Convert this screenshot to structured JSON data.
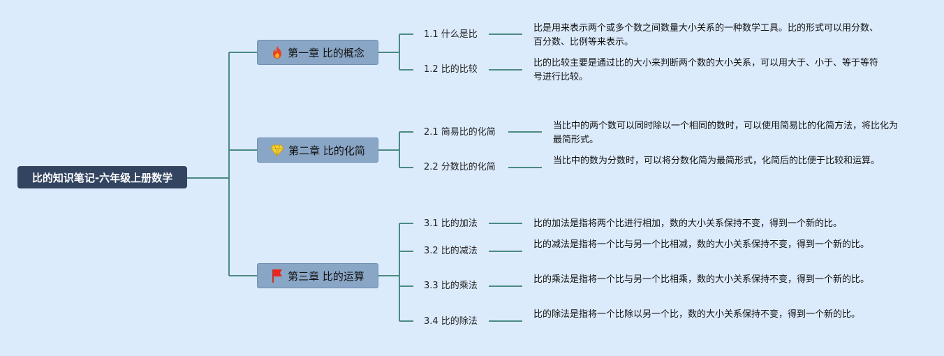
{
  "root": {
    "label": "比的知识笔记-六年级上册数学"
  },
  "chapters": [
    {
      "label": "第一章 比的概念",
      "icon": "fire-icon",
      "sections": [
        {
          "label": "1.1 什么是比",
          "desc": "比是用来表示两个或多个数之间数量大小关系的一种数学工具。比的形式可以用分数、百分数、比例等来表示。"
        },
        {
          "label": "1.2 比的比较",
          "desc": "比的比较主要是通过比的大小来判断两个数的大小关系，可以用大于、小于、等于等符号进行比较。"
        }
      ]
    },
    {
      "label": "第二章 比的化简",
      "icon": "diamond-icon",
      "sections": [
        {
          "label": "2.1 简易比的化简",
          "desc": "当比中的两个数可以同时除以一个相同的数时，可以使用简易比的化简方法，将比化为最简形式。"
        },
        {
          "label": "2.2 分数比的化简",
          "desc": "当比中的数为分数时，可以将分数化简为最简形式，化简后的比便于比较和运算。"
        }
      ]
    },
    {
      "label": "第三章 比的运算",
      "icon": "flag-icon",
      "sections": [
        {
          "label": "3.1 比的加法",
          "desc": "比的加法是指将两个比进行相加，数的大小关系保持不变，得到一个新的比。"
        },
        {
          "label": "3.2 比的减法",
          "desc": "比的减法是指将一个比与另一个比相减，数的大小关系保持不变，得到一个新的比。"
        },
        {
          "label": "3.3 比的乘法",
          "desc": "比的乘法是指将一个比与另一个比相乘，数的大小关系保持不变，得到一个新的比。"
        },
        {
          "label": "3.4 比的除法",
          "desc": "比的除法是指将一个比除以另一个比，数的大小关系保持不变，得到一个新的比。"
        }
      ]
    }
  ],
  "colors": {
    "line": "#4a8a84",
    "root_bg": "#324460",
    "chapter_bg": "#8aa6c6",
    "page_bg": "#dcebfc"
  }
}
